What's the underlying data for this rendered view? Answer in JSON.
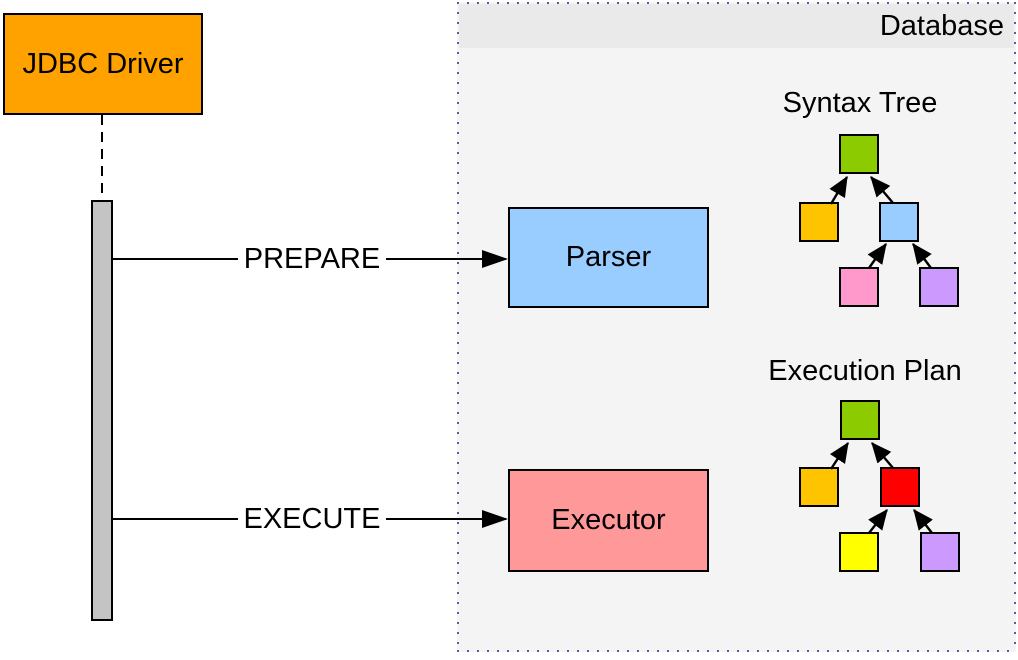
{
  "actors": {
    "jdbc_driver": {
      "label": "JDBC Driver"
    },
    "database": {
      "label": "Database"
    }
  },
  "messages": {
    "prepare": {
      "label": "PREPARE"
    },
    "execute": {
      "label": "EXECUTE"
    }
  },
  "components": {
    "parser": {
      "label": "Parser",
      "fill": "#99CCFF"
    },
    "executor": {
      "label": "Executor",
      "fill": "#FF9999"
    }
  },
  "colors": {
    "jdbc_box": "#FFA200",
    "activation_bar": "#C4C4C4",
    "database_body": "#F4F4F4",
    "database_header": "#EAEAEA",
    "database_border_dots": "#5A5AA5",
    "arrow": "#000000"
  },
  "trees": {
    "syntax": {
      "title": "Syntax Tree",
      "nodes": {
        "root": {
          "color": "#8BCB00"
        },
        "child_left": {
          "color": "#FFC400"
        },
        "child_right": {
          "color": "#99CCFF"
        },
        "leaf_left": {
          "color": "#FF99CC"
        },
        "leaf_right": {
          "color": "#CC99FF"
        }
      }
    },
    "execution": {
      "title": "Execution Plan",
      "nodes": {
        "root": {
          "color": "#8BCB00"
        },
        "child_left": {
          "color": "#FFC400"
        },
        "child_right": {
          "color": "#FF0000"
        },
        "leaf_left": {
          "color": "#FFFF00"
        },
        "leaf_right": {
          "color": "#CC99FF"
        }
      }
    }
  }
}
